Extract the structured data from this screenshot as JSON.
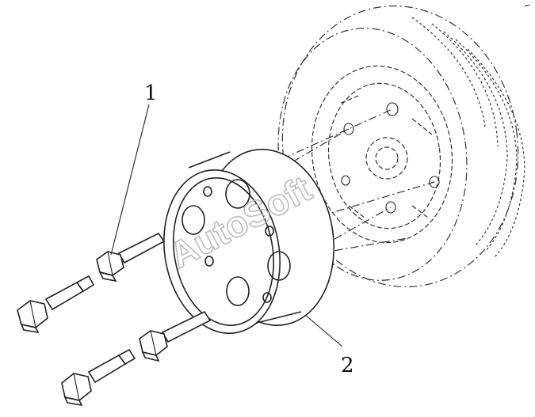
{
  "diagram": {
    "callouts": [
      {
        "id": "1",
        "label": "1"
      },
      {
        "id": "2",
        "label": "2"
      }
    ],
    "watermark": "AutoSoft"
  }
}
